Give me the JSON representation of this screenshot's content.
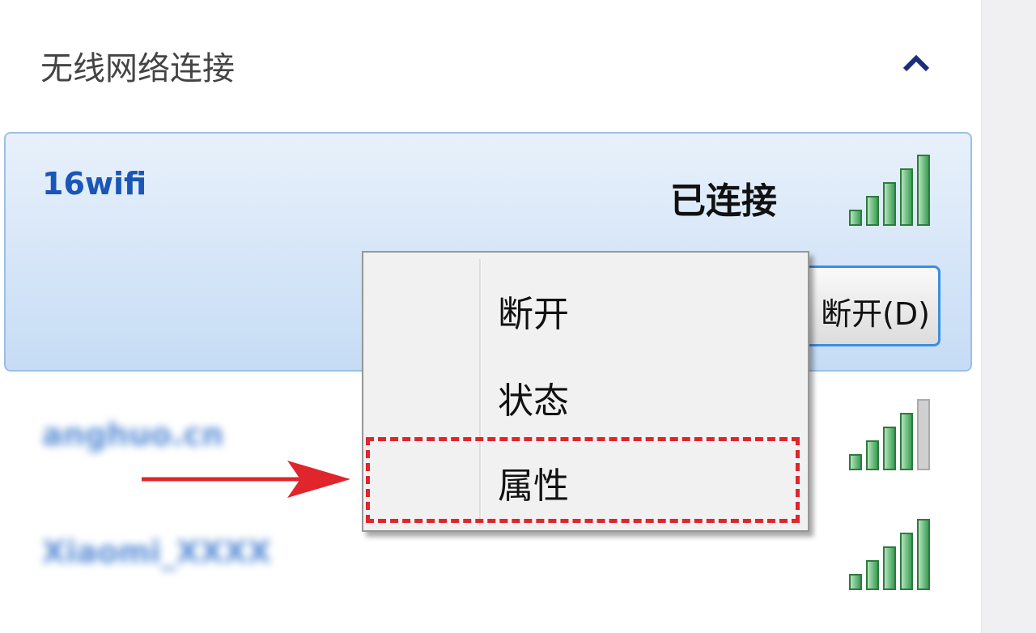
{
  "panel": {
    "title": "无线网络连接",
    "collapse_icon": "chevron-up-icon"
  },
  "networks": [
    {
      "ssid": "16wifi",
      "status": "已连接",
      "signal_bars": 5,
      "button_label": "断开(D)"
    },
    {
      "ssid": "anghuo.cn",
      "signal_bars": 4
    },
    {
      "ssid": "Xiaomi_XXXX",
      "signal_bars": 5
    }
  ],
  "context_menu": {
    "items": [
      "断开",
      "状态",
      "属性"
    ],
    "highlighted": "属性"
  },
  "colors": {
    "accent": "#1a55b8",
    "highlight": "#e0252d",
    "signal": "#2f9a4a"
  }
}
